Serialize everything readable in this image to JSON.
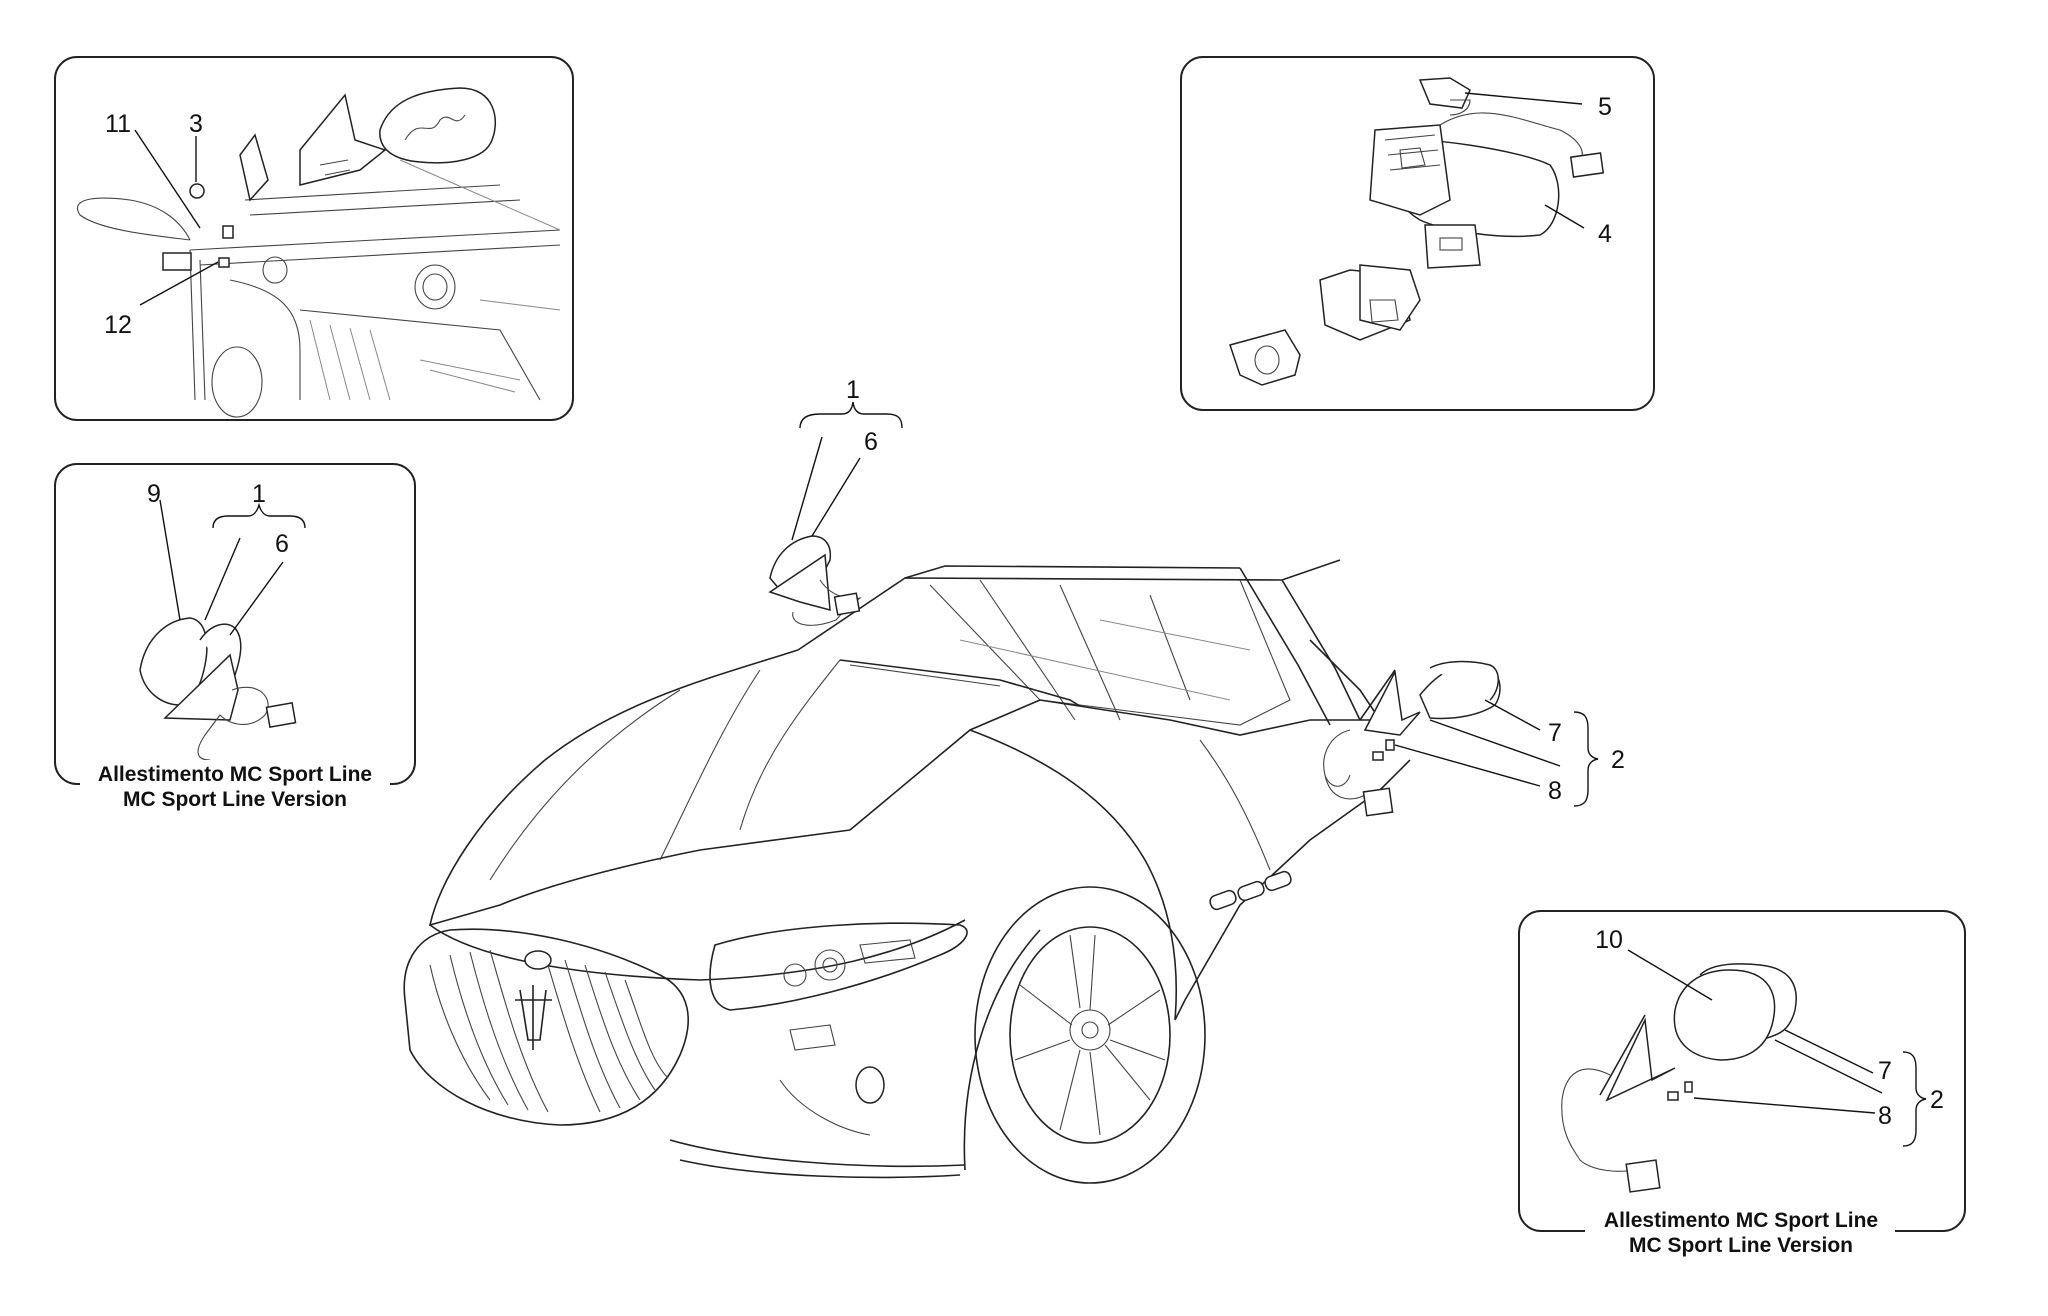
{
  "callouts": {
    "p1_11": "11",
    "p1_3": "3",
    "p1_12": "12",
    "p2_5": "5",
    "p2_4": "4",
    "p3_9": "9",
    "p3_1": "1",
    "p3_6": "6",
    "c_1": "1",
    "c_6": "6",
    "c_7": "7",
    "c_2": "2",
    "c_8": "8",
    "p4_10": "10",
    "p4_7": "7",
    "p4_2": "2",
    "p4_8": "8"
  },
  "captions": {
    "left_line1": "Allestimento MC Sport Line",
    "left_line2": "MC Sport Line Version",
    "right_line1": "Allestimento MC Sport Line",
    "right_line2": "MC Sport Line Version"
  }
}
